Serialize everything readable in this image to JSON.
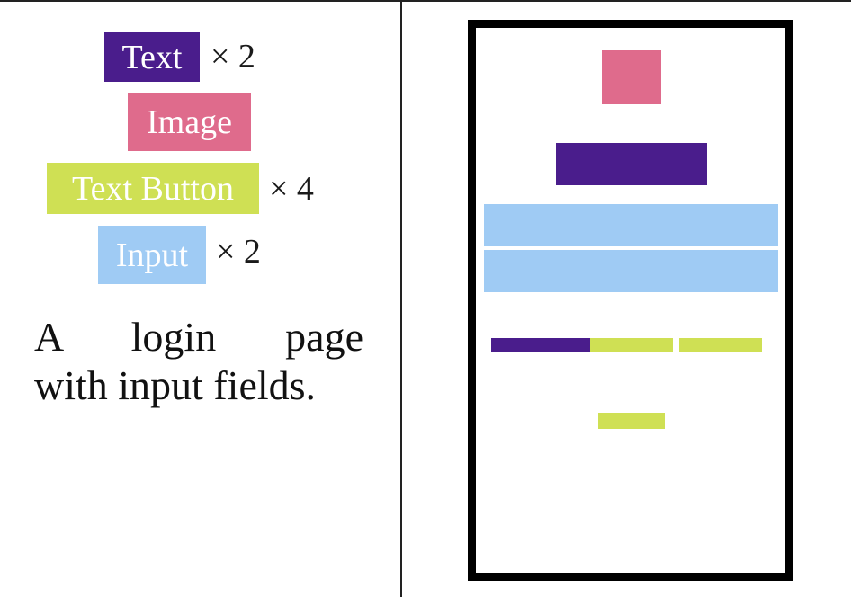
{
  "legend": [
    {
      "label": "Text",
      "count": "× 2",
      "color": "#4a1d8c"
    },
    {
      "label": "Image",
      "count": "",
      "color": "#df6b8c"
    },
    {
      "label": "Text Button",
      "count": "× 4",
      "color": "#cfe054"
    },
    {
      "label": "Input",
      "count": "× 2",
      "color": "#9fcbf4"
    }
  ],
  "caption": {
    "line1": "A login page",
    "line2": "with input fields."
  },
  "layout_preview": {
    "elements": [
      {
        "type": "Image",
        "color": "#df6b8c"
      },
      {
        "type": "Text",
        "color": "#4a1d8c"
      },
      {
        "type": "Input",
        "color": "#9fcbf4"
      },
      {
        "type": "Input",
        "color": "#9fcbf4"
      },
      {
        "type": "Text",
        "color": "#4a1d8c"
      },
      {
        "type": "Text Button",
        "color": "#cfe054"
      },
      {
        "type": "Text Button",
        "color": "#cfe054"
      },
      {
        "type": "Text Button",
        "color": "#cfe054"
      }
    ]
  }
}
